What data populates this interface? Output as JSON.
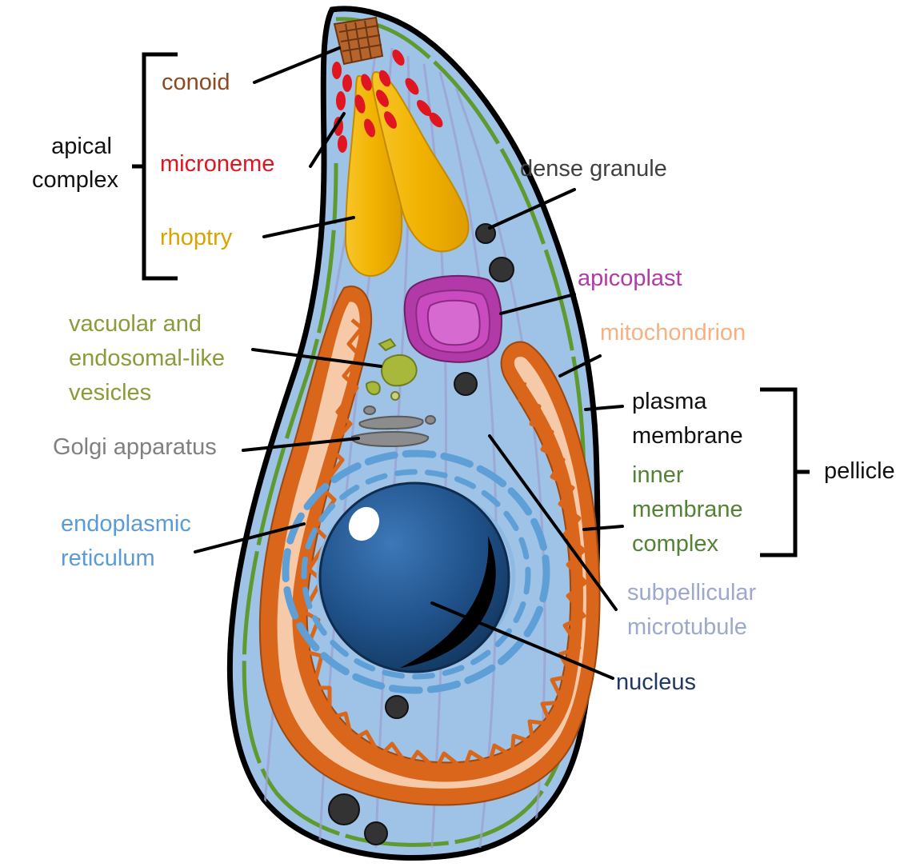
{
  "colors": {
    "cytoplasm": "#9fc3e6",
    "membrane_outline": "#000000",
    "inner_membrane": "#5e9a2f",
    "conoid": "#8b4a1f",
    "microneme": "#e0151f",
    "rhoptry": "#f1b300",
    "apicoplast": "#b23aa8",
    "mitochondrion_outer": "#d9661a",
    "mitochondrion_inner": "#f6caa8",
    "nucleus": "#1f5189",
    "er": "#5f9fd8",
    "golgi": "#8c8c8c",
    "vesicles": "#a8b83a",
    "dense_granule": "#333333",
    "microtubule": "#9c9fd0",
    "label_conoid": "#8b4a1f",
    "label_microneme": "#e0151f",
    "label_rhoptry": "#d9a400",
    "label_vesicles": "#8c9a3a",
    "label_golgi": "#808080",
    "label_er": "#5b9bd5",
    "label_dense": "#404040",
    "label_apicoplast": "#b23aa8",
    "label_mito": "#f4b183",
    "label_black": "#111111",
    "label_imc": "#548235",
    "label_microtubule": "#9da8cf",
    "label_nucleus": "#1f3864"
  },
  "labels": {
    "apical_complex": [
      "apical",
      "complex"
    ],
    "conoid": "conoid",
    "microneme": "microneme",
    "rhoptry": "rhoptry",
    "vesicles": [
      "vacuolar and",
      "endosomal-like",
      "vesicles"
    ],
    "golgi": "Golgi apparatus",
    "er": [
      "endoplasmic",
      "reticulum"
    ],
    "dense_granule": "dense granule",
    "apicoplast": "apicoplast",
    "mitochondrion": "mitochondrion",
    "plasma_membrane": [
      "plasma",
      "membrane"
    ],
    "inner_membrane_complex": [
      "inner",
      "membrane",
      "complex"
    ],
    "pellicle": "pellicle",
    "subpellicular_microtubule": [
      "subpellicular",
      "microtubule"
    ],
    "nucleus": "nucleus"
  }
}
